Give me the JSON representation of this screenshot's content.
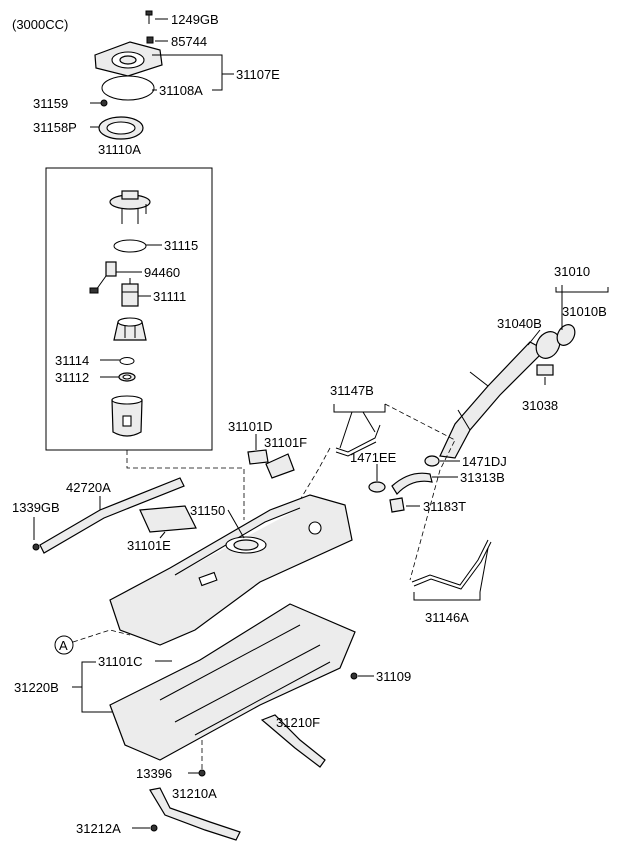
{
  "header": {
    "engine": "(3000CC)"
  },
  "callouts": {
    "p1249GB": "1249GB",
    "p85744": "85744",
    "p31107E": "31107E",
    "p31108A": "31108A",
    "p31159": "31159",
    "p31158P": "31158P",
    "p31110A": "31110A",
    "p31115": "31115",
    "p94460": "94460",
    "p31111": "31111",
    "p31114": "31114",
    "p31112": "31112",
    "p31010": "31010",
    "p31010B": "31010B",
    "p31040B": "31040B",
    "p31038": "31038",
    "p31147B": "31147B",
    "p31101D": "31101D",
    "p31101F": "31101F",
    "p1471EE": "1471EE",
    "p1471DJ": "1471DJ",
    "p31313B": "31313B",
    "p42720A": "42720A",
    "p31150": "31150",
    "p31183T": "31183T",
    "p1339GB": "1339GB",
    "p31101E": "31101E",
    "p31146A": "31146A",
    "refA": "A",
    "p31101C": "31101C",
    "p31109": "31109",
    "p31220B": "31220B",
    "p31210F": "31210F",
    "p13396": "13396",
    "p31210A": "31210A",
    "p31212A": "31212A"
  }
}
